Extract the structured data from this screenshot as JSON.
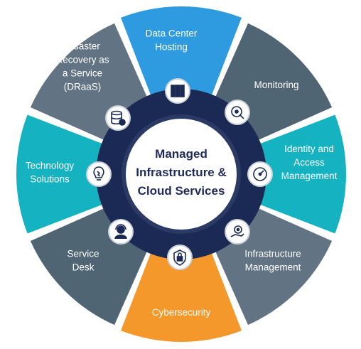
{
  "center": {
    "title_lines": [
      "Managed",
      "Infrastructure &",
      "Cloud Services"
    ]
  },
  "segments": [
    {
      "key": "data-center",
      "lines": [
        "Data Center",
        "Hosting"
      ],
      "color": "#2e9be0",
      "icon": "server-rack-icon"
    },
    {
      "key": "monitoring",
      "lines": [
        "Monitoring"
      ],
      "color": "#4f6573",
      "icon": "magnifier-eye-icon"
    },
    {
      "key": "iam",
      "lines": [
        "Identity and",
        "Access",
        "Management"
      ],
      "color": "#15b3c2",
      "icon": "dial-gauge-icon"
    },
    {
      "key": "infra-mgmt",
      "lines": [
        "Infrastructure",
        "Management"
      ],
      "color": "#627383",
      "icon": "gear-hand-icon"
    },
    {
      "key": "cybersecurity",
      "lines": [
        "Cybersecurity"
      ],
      "color": "#f4982c",
      "icon": "shield-lock-icon"
    },
    {
      "key": "service-desk",
      "lines": [
        "Service",
        "Desk"
      ],
      "color": "#4f6573",
      "icon": "headset-agent-icon"
    },
    {
      "key": "tech-solutions",
      "lines": [
        "Technology",
        "Solutions"
      ],
      "color": "#15b3c2",
      "icon": "lightbulb-icon"
    },
    {
      "key": "draas",
      "lines": [
        "Disaster",
        "Recovery as",
        "a Service",
        "(DRaaS)"
      ],
      "color": "#627383",
      "icon": "database-restore-icon"
    }
  ],
  "colors": {
    "ring_dark": "#1b2a54",
    "hub_fill": "#ffffff",
    "hub_ring": "#2b3a64",
    "hub_text": "#1f2a5c",
    "icon_fill": "#ffffff",
    "icon_stroke": "#1b2a54"
  }
}
